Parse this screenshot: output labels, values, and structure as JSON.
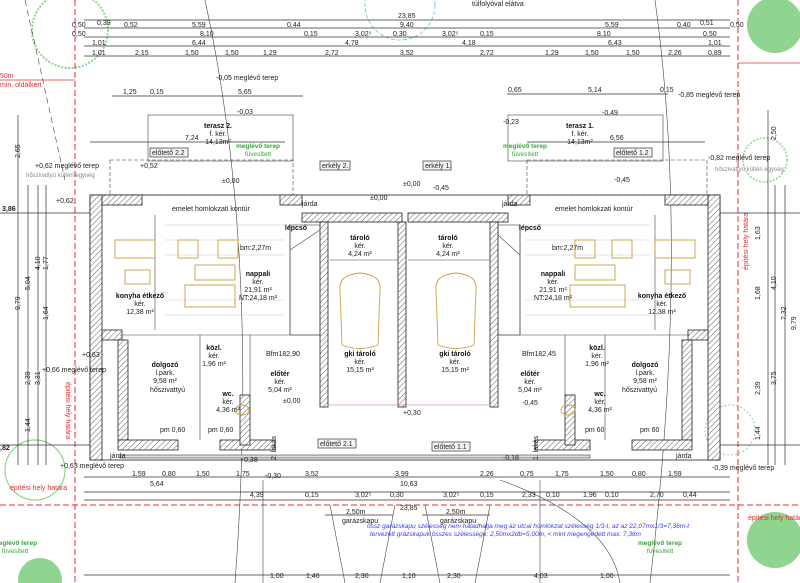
{
  "title_note": "túlfolyóval elátva",
  "top_dims": {
    "total": "23,85",
    "row1": [
      "0,50",
      "0,39",
      "0,52",
      "5,59",
      "0,44",
      "9,40",
      "5,59",
      "0,40",
      "0,51",
      "0,50"
    ],
    "row2": [
      "0,50",
      "8,10",
      "0,15",
      "3,02⁵",
      "0,30",
      "3,02⁵",
      "0,15",
      "8,10",
      "0,50"
    ],
    "row3": [
      "1,01",
      "6,44",
      "4,78",
      "4,18",
      "6,43",
      "1,01"
    ],
    "row4": [
      "1,01",
      "2,15",
      "1,50",
      "1,50",
      "1,29",
      "2,72",
      "3,52",
      "2,72",
      "1,29",
      "1,50",
      "1,50",
      "2,26",
      "0,89"
    ],
    "terrace_left": [
      "1,25",
      "0,15",
      "5,65"
    ],
    "terrace_right": [
      "0,65",
      "5,14",
      "0,15"
    ],
    "terrace_width_left": "7,24",
    "terrace_width_right": "6,56"
  },
  "rooms": {
    "left": [
      {
        "name": "terasz 2.",
        "floor": "f. kér.",
        "area": "14,13m²"
      },
      {
        "name": "nappali",
        "floor": "kér.",
        "area": "21,91 m²",
        "extra": "NT:24,18 m²"
      },
      {
        "name": "konyha étkező",
        "floor": "kér.",
        "area": "12,38 m²"
      },
      {
        "name": "lépcső"
      },
      {
        "name": "tároló",
        "floor": "kér.",
        "area": "4,24 m²"
      },
      {
        "name": "gki tároló",
        "floor": "kér.",
        "area": "15,15 m²"
      },
      {
        "name": "dolgozó",
        "floor": "l.park.",
        "area": "9,58 m²"
      },
      {
        "name": "közl.",
        "floor": "kér.",
        "area": "1,96 m²"
      },
      {
        "name": "előtér",
        "floor": "kér.",
        "area": "5,04 m²"
      },
      {
        "name": "wc.",
        "floor": "kér.",
        "area": "4,36 m²"
      }
    ],
    "right": [
      {
        "name": "terasz 1.",
        "floor": "f. kér.",
        "area": "14,13m²"
      },
      {
        "name": "nappali",
        "floor": "kér.",
        "area": "21,91 m²",
        "extra": "NT:24,18 m²"
      },
      {
        "name": "konyha étkező",
        "floor": "kér.",
        "area": "12,38 m²"
      },
      {
        "name": "lépcső"
      },
      {
        "name": "tároló",
        "floor": "kér.",
        "area": "4,24 m²"
      },
      {
        "name": "gki tároló",
        "floor": "kér.",
        "area": "15,15 m²"
      },
      {
        "name": "dolgozó",
        "floor": "l.park.",
        "area": "9,58 m²"
      },
      {
        "name": "közl.",
        "floor": "kér.",
        "area": "1,96 m²"
      },
      {
        "name": "előtér",
        "floor": "kér.",
        "area": "5,04 m²"
      },
      {
        "name": "wc.",
        "floor": "kér.",
        "area": "4,36 m²"
      }
    ]
  },
  "tags": {
    "eloteto_22": "előtető 2.2",
    "eloteto_12": "előtető 1.2",
    "eloteto_21": "előtető 2.1",
    "eloteto_11": "előtető 1.1",
    "erkely_2": "erkély 2.",
    "erkely_1": "erkély 1.",
    "contour": "emelet homlokzati kontúr",
    "bm": "bm:2,27m",
    "bfm_left": "Bfm182,90",
    "bfm_right": "Bfm182,45",
    "heatpump": "hőszivattyú",
    "lakas_2": "2. lakás",
    "lakas_1": "1. lakás",
    "jarda": "járda",
    "pm60": "pm 0,60",
    "pm60r": "pm 60"
  },
  "levels": {
    "m005": "-0,05 meglévő terep",
    "m003": "-0,03",
    "p062t": "+0,62 meglévő terep",
    "hp_left": "hőszivattyú kültéri egység",
    "p052": "+0,52",
    "p062": "+0,62",
    "z1": "±0,00",
    "z2": "±0,00",
    "z3": "±0,00",
    "z4": "±0,00",
    "m045a": "-0,45",
    "m045b": "-0,45",
    "m045c": "-0,45",
    "m023": "-0,23",
    "m049": "-0,49",
    "m085": "-0,85 meglévő terep",
    "m082": "-0,82 meglévő terep",
    "hp_right": "hőszivattyú kültéri egység",
    "p063": "+0,63",
    "p066": "+0,66 meglévő terep",
    "p063t": "+0,63 meglévő terep",
    "p038": "+0,38",
    "p030": "+0,30",
    "m030": "-0,30",
    "m018": "-0,18",
    "m039": "-0,39 meglévő terep"
  },
  "green": {
    "line1": "meglévő terep",
    "line2": "füvesített"
  },
  "red": {
    "setback_dist": "50m",
    "setback": "min. oldalkert",
    "boundary": "építési hely határa"
  },
  "side_dims": {
    "left": [
      "3,86",
      "2,65",
      "9,79",
      "5,04",
      "4,10",
      "1,77",
      "1,64",
      "2,39",
      "3,31",
      "1,44",
      ",82"
    ],
    "right": [
      "2,50",
      "1,63",
      "1,68",
      "4,10",
      "7,32",
      "9,79",
      "3,75",
      "2,39",
      "1,44"
    ]
  },
  "bottom": {
    "row_a": [
      "1,59",
      "0,80",
      "1,50",
      "1,75",
      "3,52",
      "10,63",
      "3,99",
      "2,26",
      "0,75",
      "1,75",
      "1,50",
      "0,80",
      "1,59"
    ],
    "row_b": [
      "5,64",
      "4,39",
      "0,15",
      "3,02⁵",
      "0,30",
      "3,02⁵",
      "0,15",
      "2,33",
      "0,10",
      "1,96",
      "0,10",
      "2,70",
      "0,44"
    ],
    "total": "23,85",
    "gate_w": "2,50m",
    "gate": "garázskapu",
    "note1": "össz garázskapu szélesség nem haladhatja meg az utcai homlokzat szélesség 1/3-t, az az 22,07mx1/3=7,36m-t",
    "note2": "tervezett grázskapuk összes szélessége: 2,50mx2db=5,00m, < mint megengedett max. 7,36m",
    "row_c": [
      "1,00",
      "1,46",
      "2,30",
      "1,10",
      "2,30",
      "4,03",
      "1,00"
    ]
  }
}
